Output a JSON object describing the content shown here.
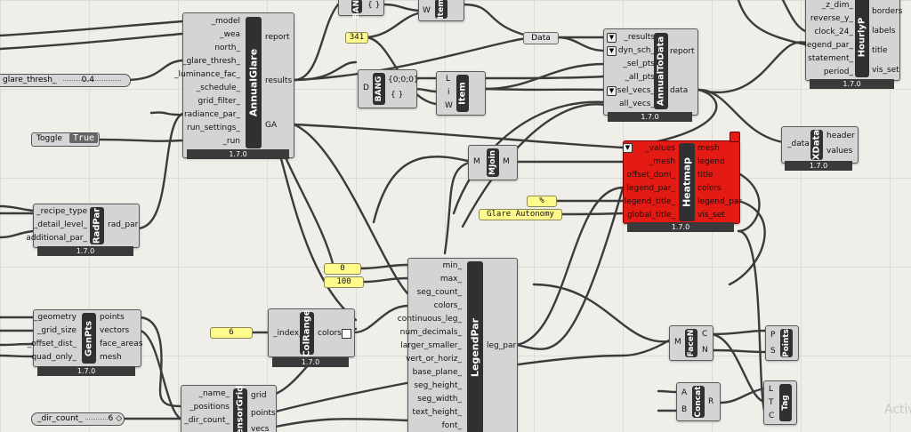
{
  "components": {
    "annual_glare": {
      "name": "AnnualGlare",
      "inputs": [
        "_model",
        "_wea",
        "north_",
        "_glare_thresh_",
        "_luminance_fac_",
        "_schedule_",
        "grid_filter_",
        "radiance_par_",
        "run_settings_",
        "_run"
      ],
      "outputs": [
        "report",
        "results",
        "GA"
      ],
      "version": "1.7.0"
    },
    "annual_to_data": {
      "name": "AnnualToData",
      "inputs": [
        "_results",
        "dyn_sch_",
        "_sel_pts",
        "_all_pts",
        "sel_vecs_",
        "all_vecs_"
      ],
      "outputs": [
        "report",
        "data"
      ],
      "version": "1.7.0"
    },
    "hourly_plot": {
      "name": "HourlyP",
      "inputs": [
        "_z_dim_",
        "reverse_y_",
        "clock_24_",
        "legend_par_",
        "statement_",
        "period_"
      ],
      "outputs": [
        "borders",
        "labels",
        "title",
        "vis_set"
      ],
      "version": "1.7.0"
    },
    "heatmap": {
      "name": "Heatmap",
      "inputs": [
        "_values",
        "_mesh",
        "offset_dom_",
        "legend_par_",
        "legend_title_",
        "global_title_"
      ],
      "outputs": [
        "mesh",
        "legend",
        "title",
        "colors",
        "legend_par",
        "vis_set"
      ],
      "version": "1.7.0"
    },
    "xdata": {
      "name": "XData",
      "inputs": [
        "_data"
      ],
      "outputs": [
        "header",
        "values"
      ],
      "version": "1.7.0"
    },
    "radpar": {
      "name": "RadPar",
      "inputs": [
        "_recipe_type",
        "_detail_level_",
        "additional_par_"
      ],
      "outputs": [
        "rad_par"
      ],
      "version": "1.7.0"
    },
    "genpts": {
      "name": "GenPts",
      "inputs": [
        "_geometry",
        "_grid_size",
        "_offset_dist_",
        "quad_only_"
      ],
      "outputs": [
        "points",
        "vectors",
        "face_areas",
        "mesh"
      ],
      "version": "1.7.0"
    },
    "colrange": {
      "name": "ColRange",
      "inputs": [
        "_index_"
      ],
      "outputs": [
        "colors"
      ],
      "version": "1.7.0"
    },
    "legendpar": {
      "name": "LegendPar",
      "inputs": [
        "min_",
        "max_",
        "seg_count_",
        "colors_",
        "continuous_leg_",
        "num_decimals_",
        "larger_smaller_",
        "vert_or_horiz_",
        "base_plane_",
        "seg_height_",
        "seg_width_",
        "text_height_",
        "font_"
      ],
      "outputs": [
        "leg_par"
      ]
    },
    "sensorgrid": {
      "name": "SensorGrid",
      "inputs": [
        "_name_",
        "_positions",
        "_dir_count_"
      ],
      "outputs": [
        "grid",
        "points",
        "vecs"
      ]
    },
    "mjoin": {
      "name": "MJoin",
      "inputs": [
        "M"
      ],
      "outputs": [
        "M"
      ]
    },
    "item_top": {
      "name": "Item",
      "inputs": [
        "W"
      ]
    },
    "item_mid": {
      "name": "Item",
      "inputs": [
        "L",
        "i",
        "W"
      ]
    },
    "bang_top": {
      "name": "BANG",
      "values": [
        "{ }"
      ]
    },
    "bang_mid": {
      "name": "BANG",
      "inputs": [
        "D"
      ],
      "values": [
        "{0;0;0}",
        "{ }"
      ]
    },
    "facen": {
      "name": "FaceN",
      "inputs": [
        "M"
      ],
      "outputs": [
        "C",
        "N"
      ]
    },
    "concat": {
      "name": "Concat",
      "inputs": [
        "A",
        "B"
      ],
      "outputs": [
        "R"
      ]
    },
    "points": {
      "name": "Points",
      "inputs": [
        "P",
        "S"
      ]
    },
    "tag": {
      "name": "Tag",
      "inputs": [
        "L",
        "T",
        "C"
      ]
    }
  },
  "panels": {
    "p341": "341",
    "p0": "0",
    "p100": "100",
    "p6": "6",
    "ppct": "%",
    "pglare": "Glare Autonomy"
  },
  "relay": {
    "data": "Data"
  },
  "sliders": {
    "glare_thresh": {
      "label": "glare_thresh_",
      "value": "0.4"
    },
    "dir_count": {
      "label": "_dir_count_",
      "value": "6 ◇"
    }
  },
  "toggle": {
    "label": "Toggle",
    "value": "True"
  },
  "watermark": "Activ"
}
